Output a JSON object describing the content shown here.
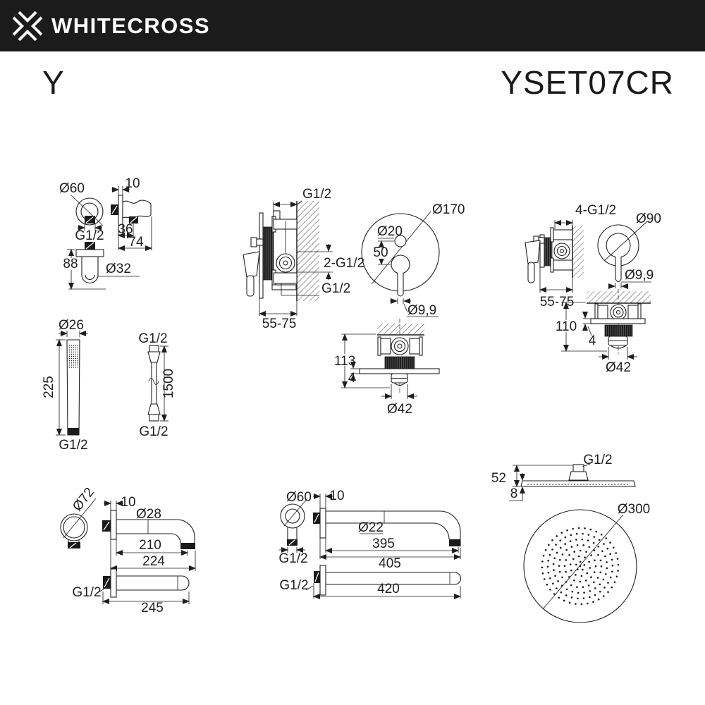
{
  "header": {
    "brand": "WHITECROSS",
    "series": "Y",
    "model": "YSET07CR"
  },
  "diagrams": {
    "outlet": {
      "dia": "Ø60",
      "depth": "10",
      "thread": "G1/2",
      "width_inner": "36",
      "width": "74",
      "height": "88",
      "body_dia": "Ø32"
    },
    "mixer_side": {
      "thread_top": "G1/2",
      "thread_mid": "2-G1/2",
      "thread_bot": "G1/2",
      "depth": "55-75"
    },
    "mixer_front": {
      "dia": "Ø170",
      "button_dia": "Ø20",
      "spacing": "50",
      "lever_dia": "Ø9,9"
    },
    "spout_valve": {
      "height": "113",
      "plate": "4",
      "dia": "Ø42"
    },
    "mixer2_side": {
      "threads": "4-G1/2",
      "depth": "55-75"
    },
    "mixer2_front": {
      "dia": "Ø90",
      "lever_dia": "Ø9,9"
    },
    "arm_valve": {
      "height": "110",
      "plate": "4",
      "dia": "Ø42"
    },
    "handshower": {
      "dia": "Ø26",
      "length": "225",
      "thread": "G1/2"
    },
    "hose": {
      "thread_top": "G1/2",
      "length": "1500",
      "thread_bot": "G1/2"
    },
    "spout": {
      "dia": "Ø72",
      "plate": "10",
      "tube_dia": "Ø28",
      "length": "210",
      "length_total": "224",
      "thread": "G1/2",
      "length_top": "245"
    },
    "arm": {
      "dia": "Ø60",
      "plate": "10",
      "tube_dia": "Ø22",
      "length": "395",
      "length_total": "405",
      "thread_front": "G1/2",
      "thread_top": "G1/2",
      "length_top": "420"
    },
    "head_side": {
      "thread": "G1/2",
      "height": "52",
      "thickness": "8"
    },
    "head_front": {
      "dia": "Ø300"
    }
  }
}
